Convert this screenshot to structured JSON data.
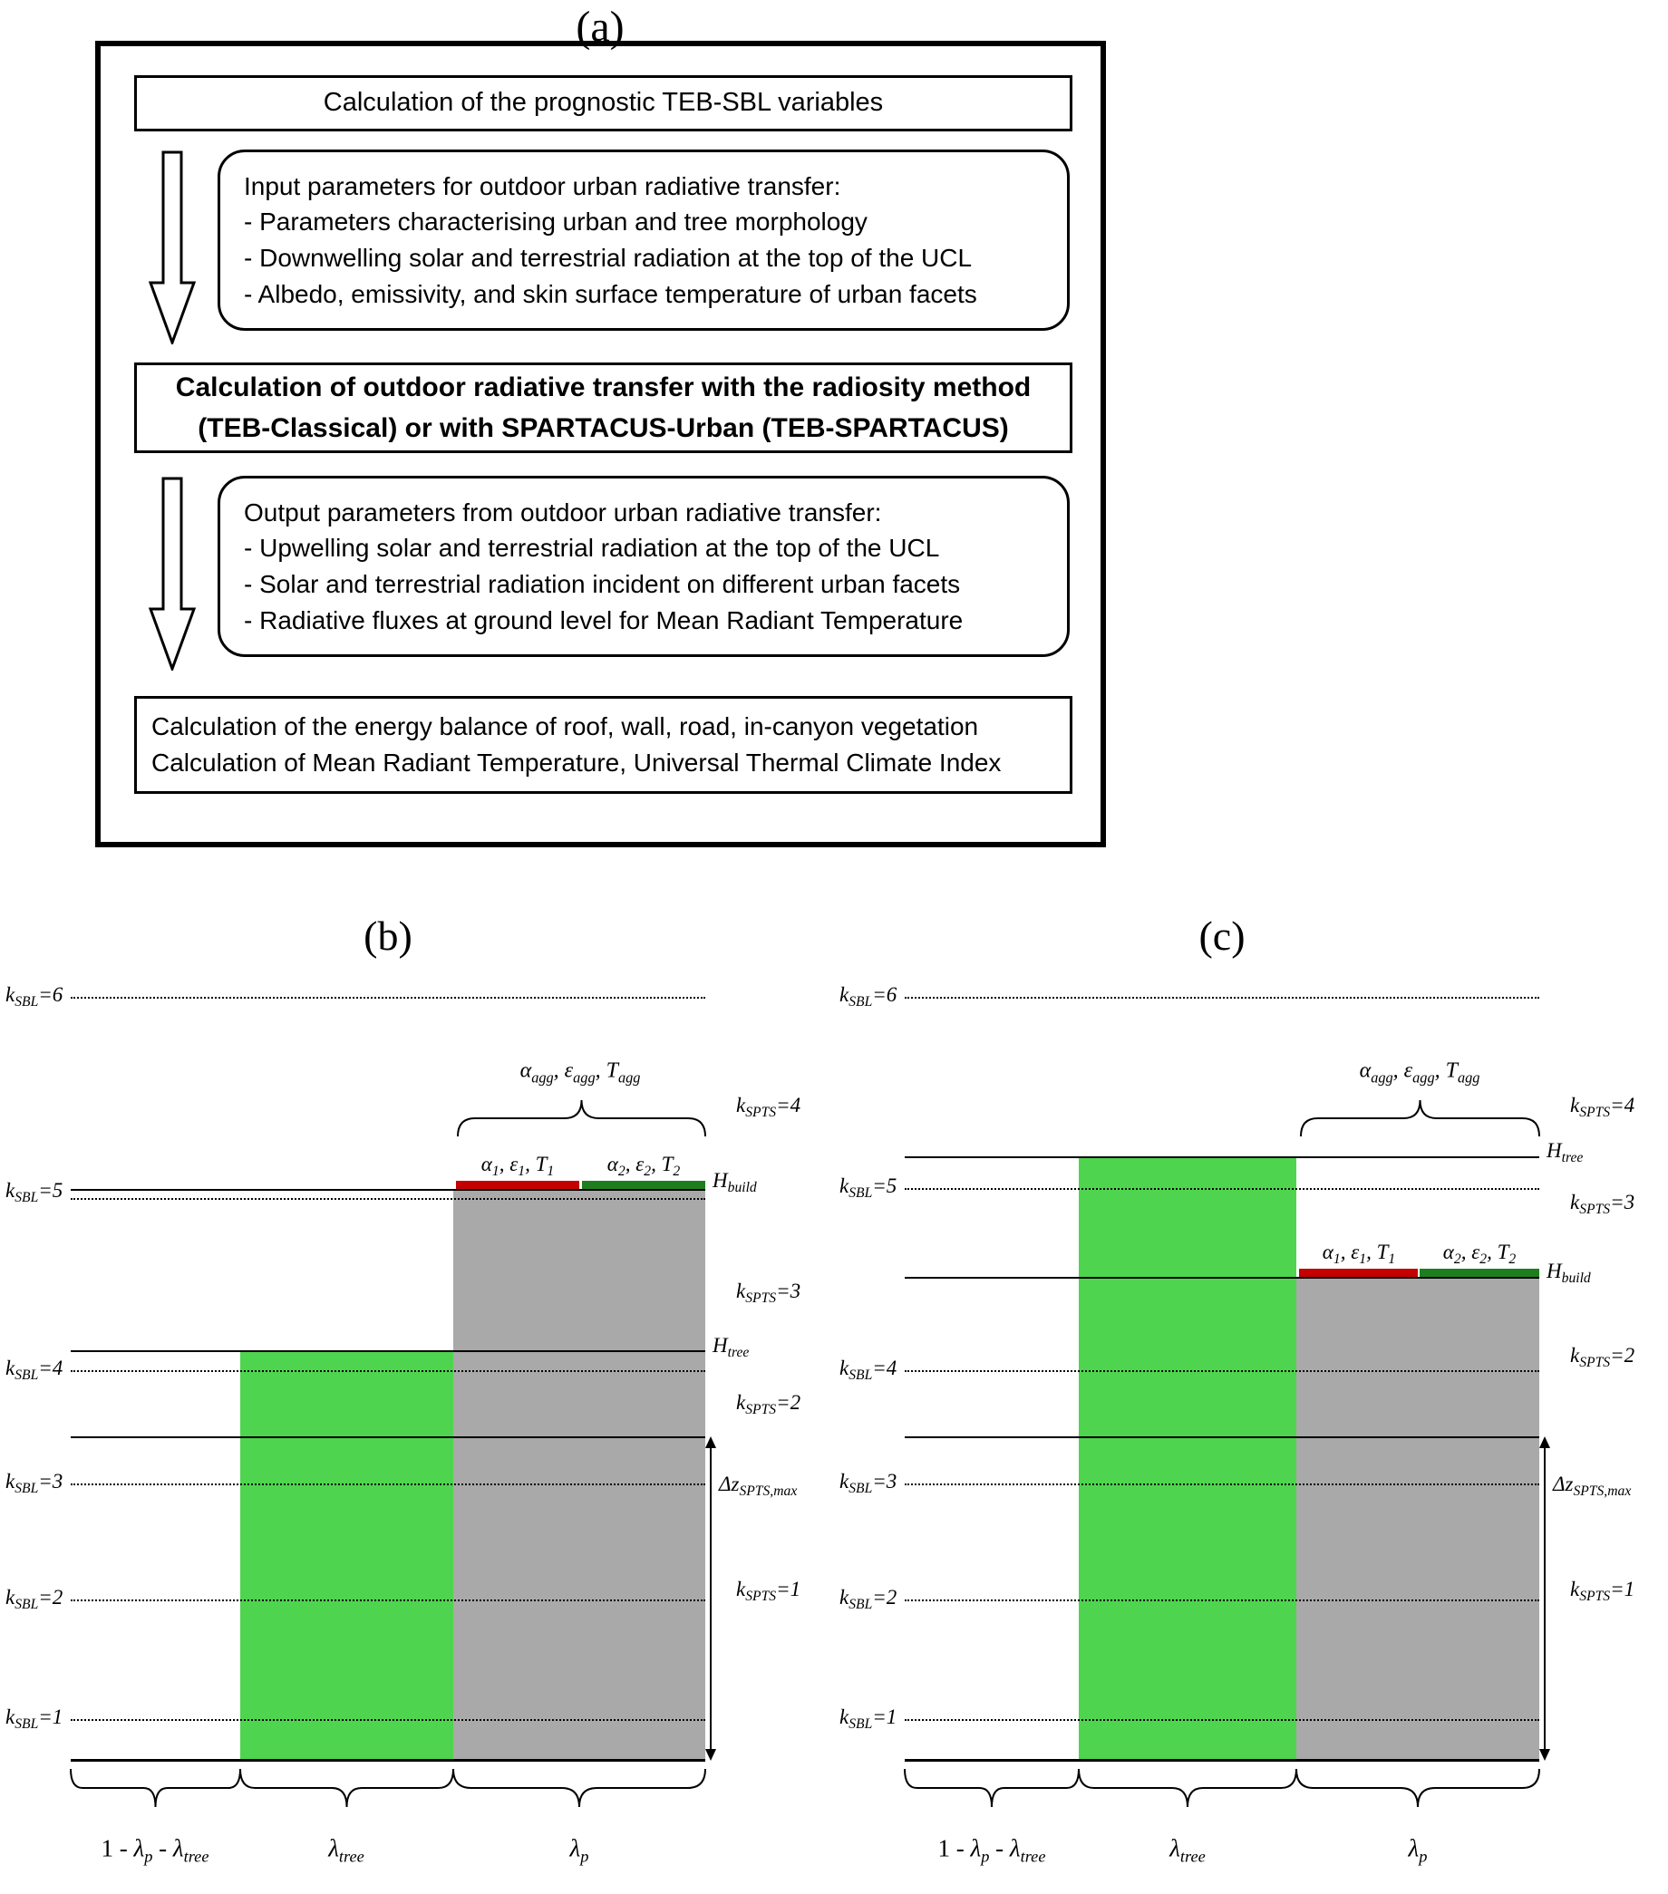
{
  "panels": {
    "a": "(a)",
    "b": "(b)",
    "c": "(c)"
  },
  "flowchart": {
    "top_box": "Calculation of the prognostic TEB-SBL variables",
    "input_box": {
      "title": "Input parameters for outdoor urban radiative transfer:",
      "items": [
        "- Parameters characterising urban and tree morphology",
        "- Downwelling solar and terrestrial radiation at the top of the UCL",
        "- Albedo, emissivity, and skin surface temperature of urban facets"
      ]
    },
    "central_box": [
      "Calculation of outdoor radiative transfer with the radiosity method",
      "(TEB-Classical) or with SPARTACUS-Urban (TEB-SPARTACUS)"
    ],
    "output_box": {
      "title": "Output parameters from outdoor urban radiative transfer:",
      "items": [
        "- Upwelling solar and terrestrial radiation at the top of the UCL",
        "- Solar and terrestrial radiation incident on different urban facets",
        "- Radiative fluxes at ground level for Mean Radiant Temperature"
      ]
    },
    "bottom_box": [
      "Calculation of the energy balance of roof, wall, road, in-canyon vegetation",
      "Calculation of Mean Radiant Temperature, Universal Thermal Climate Index"
    ]
  },
  "labels": {
    "ksbl6": [
      [
        "k",
        "i"
      ],
      [
        "SBL",
        "sub"
      ],
      [
        "=6",
        "i"
      ]
    ],
    "ksbl5": [
      [
        "k",
        "i"
      ],
      [
        "SBL",
        "sub"
      ],
      [
        "=5",
        "i"
      ]
    ],
    "ksbl4": [
      [
        "k",
        "i"
      ],
      [
        "SBL",
        "sub"
      ],
      [
        "=4",
        "i"
      ]
    ],
    "ksbl3": [
      [
        "k",
        "i"
      ],
      [
        "SBL",
        "sub"
      ],
      [
        "=3",
        "i"
      ]
    ],
    "ksbl2": [
      [
        "k",
        "i"
      ],
      [
        "SBL",
        "sub"
      ],
      [
        "=2",
        "i"
      ]
    ],
    "ksbl1": [
      [
        "k",
        "i"
      ],
      [
        "SBL",
        "sub"
      ],
      [
        "=1",
        "i"
      ]
    ],
    "kspts4": [
      [
        "k",
        "i"
      ],
      [
        "SPTS",
        "sub"
      ],
      [
        "=4",
        "i"
      ]
    ],
    "kspts3": [
      [
        "k",
        "i"
      ],
      [
        "SPTS",
        "sub"
      ],
      [
        "=3",
        "i"
      ]
    ],
    "kspts2": [
      [
        "k",
        "i"
      ],
      [
        "SPTS",
        "sub"
      ],
      [
        "=2",
        "i"
      ]
    ],
    "kspts1": [
      [
        "k",
        "i"
      ],
      [
        "SPTS",
        "sub"
      ],
      [
        "=1",
        "i"
      ]
    ],
    "hbuild": [
      [
        "H",
        "i"
      ],
      [
        "build",
        "sub"
      ]
    ],
    "htree": [
      [
        "H",
        "i"
      ],
      [
        "tree",
        "sub"
      ]
    ],
    "dz_spts_max": [
      [
        "Δz",
        "i"
      ],
      [
        "SPTS,max",
        "sub"
      ]
    ],
    "agg": [
      [
        "α",
        "i"
      ],
      [
        "agg",
        "sub"
      ],
      [
        ", ",
        "i"
      ],
      [
        "ε",
        "i"
      ],
      [
        "agg",
        "sub"
      ],
      [
        ", ",
        "i"
      ],
      [
        "T",
        "i"
      ],
      [
        "agg",
        "sub"
      ]
    ],
    "facet1": [
      [
        "α",
        "i"
      ],
      [
        "1",
        "sub"
      ],
      [
        ", ",
        "i"
      ],
      [
        "ε",
        "i"
      ],
      [
        "1",
        "sub"
      ],
      [
        ", ",
        "i"
      ],
      [
        "T",
        "i"
      ],
      [
        "1",
        "sub"
      ]
    ],
    "facet2": [
      [
        "α",
        "i"
      ],
      [
        "2",
        "sub"
      ],
      [
        ", ",
        "i"
      ],
      [
        "ε",
        "i"
      ],
      [
        "2",
        "sub"
      ],
      [
        ", ",
        "i"
      ],
      [
        "T",
        "i"
      ],
      [
        "2",
        "sub"
      ]
    ],
    "frac_open": [
      [
        "1 - ",
        "n"
      ],
      [
        "λ",
        "i"
      ],
      [
        "p",
        "sub"
      ],
      [
        " - ",
        "n"
      ],
      [
        "λ",
        "i"
      ],
      [
        "tree",
        "sub"
      ]
    ],
    "frac_tree": [
      [
        "λ",
        "i"
      ],
      [
        "tree",
        "sub"
      ]
    ],
    "frac_build": [
      [
        "λ",
        "i"
      ],
      [
        "p",
        "sub"
      ]
    ]
  },
  "colors": {
    "tree_green": "#4fd44f",
    "building_gray": "#a9a9a9",
    "facet1_red": "#c40000",
    "facet2_green": "#1e7e1e"
  }
}
